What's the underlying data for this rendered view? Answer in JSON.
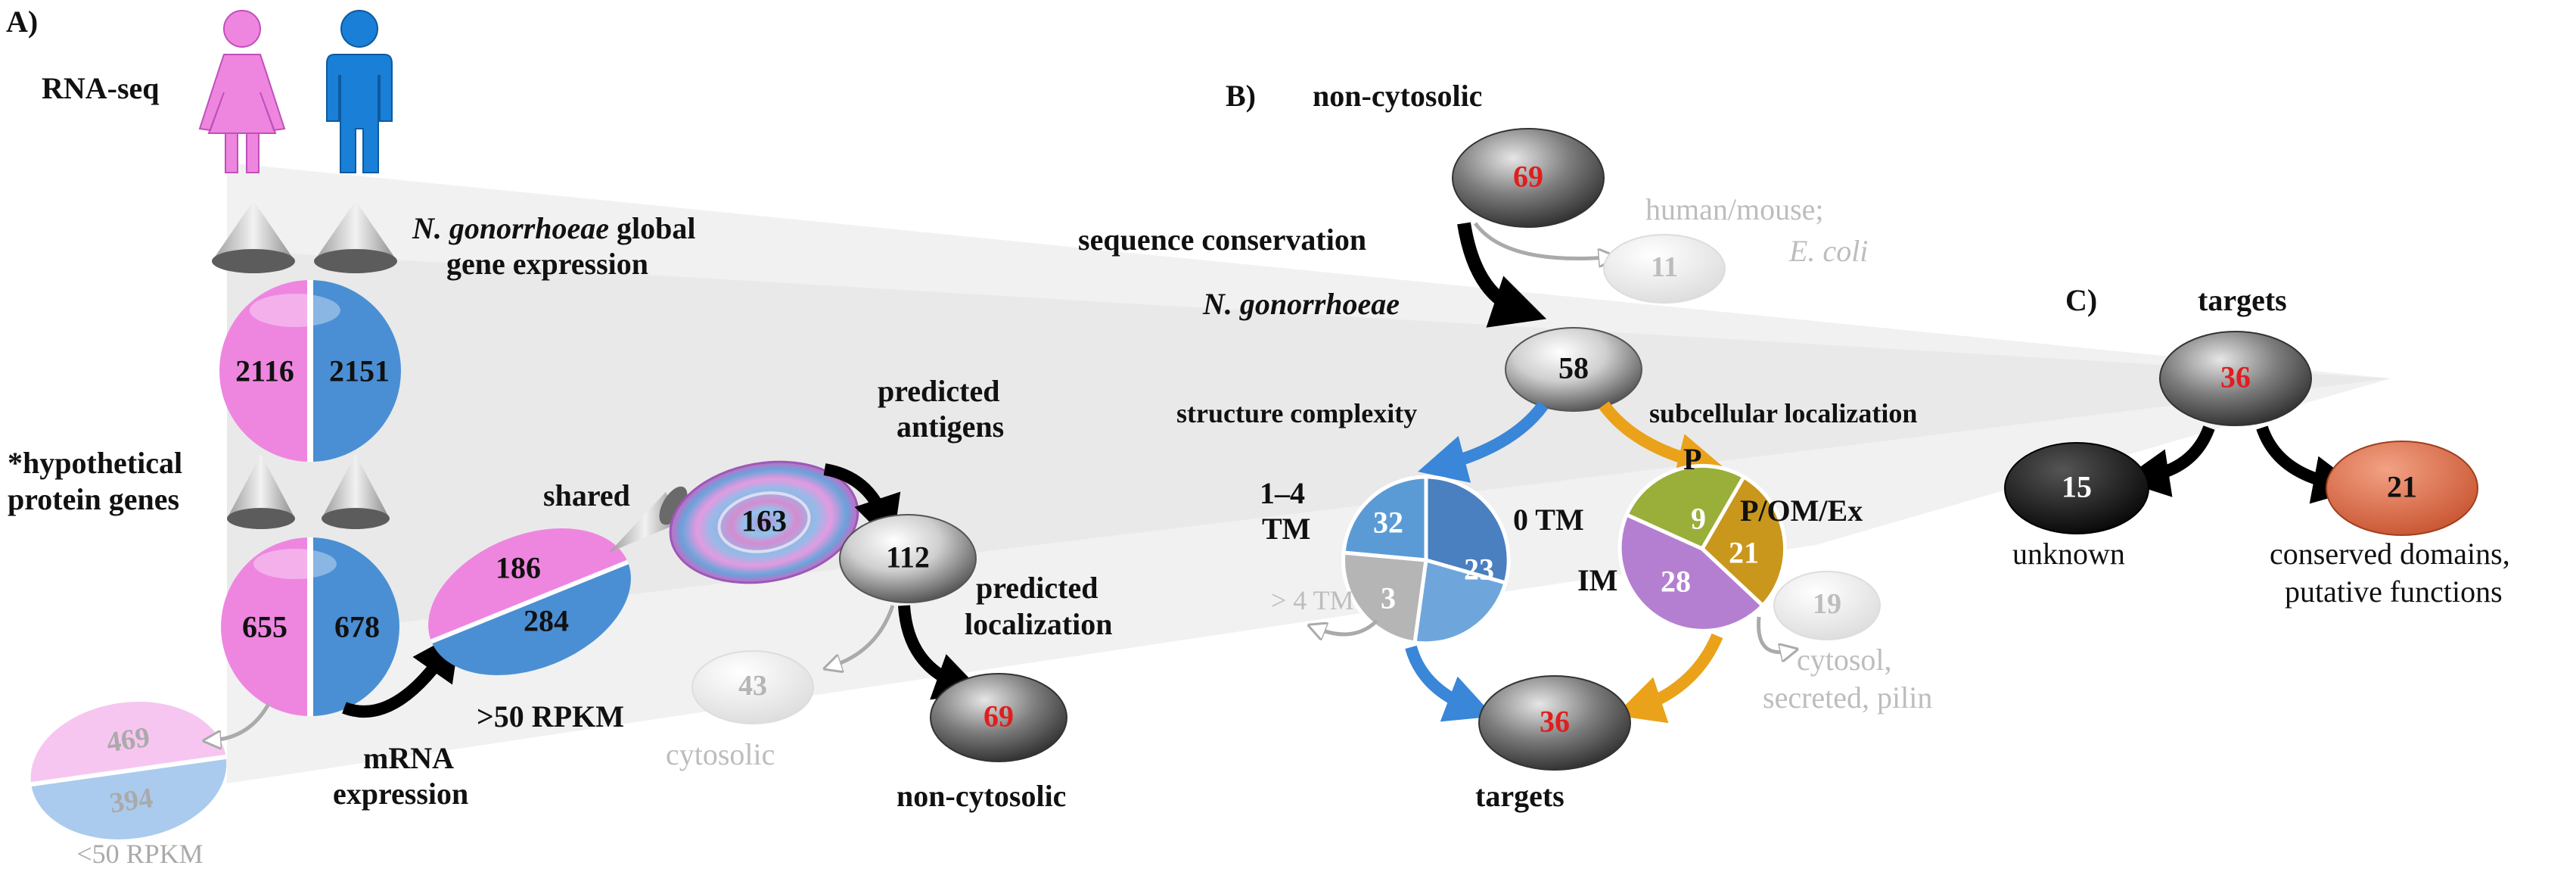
{
  "panels": {
    "a": "A)",
    "b": "B)",
    "c": "C)"
  },
  "panel_a": {
    "rnaseq": "RNA-seq",
    "global_line1_italic": "N. gonorrhoeae",
    "global_line1_rest": " global",
    "global_line2": "gene expression",
    "hypo_line1": "*hypothetical",
    "hypo_line2": "protein genes",
    "global_female": "2116",
    "global_male": "2151",
    "hypo_female": "655",
    "hypo_male": "678",
    "low_female": "469",
    "low_male": "394",
    "low_label": "<50 RPKM",
    "high_female": "186",
    "high_male": "284",
    "high_label": ">50 RPKM",
    "mrna_line1": "mRNA",
    "mrna_line2": "expression",
    "shared_label": "shared",
    "shared_value": "163",
    "antigens_line1": "predicted",
    "antigens_line2": "antigens",
    "antigens_value": "112",
    "loc_line1": "predicted",
    "loc_line2": "localization",
    "cytosolic_value": "43",
    "cytosolic_label": "cytosolic",
    "noncyto_value": "69",
    "noncyto_label": "non-cytosolic"
  },
  "panel_b": {
    "title": "non-cytosolic",
    "top_value": "69",
    "seq_cons": "sequence  conservation",
    "hm_line1": "human/mouse;",
    "hm_line2": "E. coli",
    "hm_value": "11",
    "ng_label": "N. gonorrhoeae",
    "ng_value": "58",
    "struct_label": "structure complexity",
    "subcell_label": "subcellular localization",
    "tm14_line1": "1–4",
    "tm14_line2": "TM",
    "tm0_label": "0 TM",
    "tm4_label": "> 4 TM",
    "tm_values": [
      "32",
      "23",
      "3"
    ],
    "loc_values": [
      "9",
      "21",
      "28"
    ],
    "p_label": "P",
    "pomex_label": "P/OM/Ex",
    "im_label": "IM",
    "excl_value": "19",
    "excl_line1": "cytosol,",
    "excl_line2": "secreted, pilin",
    "targets_value": "36",
    "targets_label": "targets"
  },
  "panel_c": {
    "title": "targets",
    "top_value": "36",
    "unknown_value": "15",
    "unknown_label": "unknown",
    "conserved_value": "21",
    "conserved_line1": "conserved domains,",
    "conserved_line2": "putative functions"
  },
  "colors": {
    "female": "#ee86e0",
    "male": "#4a8fd4",
    "pie_blue": "#5b9bd5",
    "pie_grey": "#a9a9a9",
    "pie_green": "#9aae3a",
    "pie_gold": "#c9971c",
    "pie_purple": "#b57fd1",
    "arrow_blue": "#3a86d8",
    "arrow_gold": "#eaa21a",
    "unknown_black": "#1a1a1a",
    "conserved_orange": "#e0704a",
    "highlight_red": "#e01e1e"
  }
}
